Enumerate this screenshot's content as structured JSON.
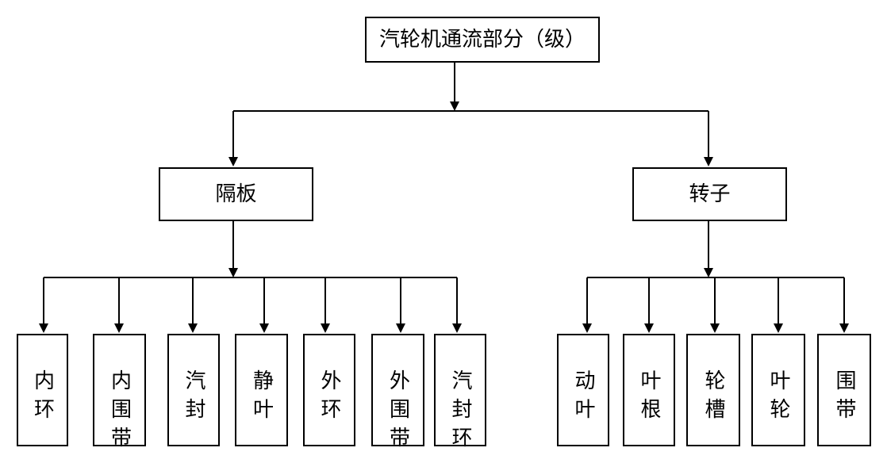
{
  "diagram": {
    "type": "tree",
    "root": {
      "label": "汽轮机通流部分（级）",
      "children": [
        {
          "label": "隔板",
          "children": [
            {
              "label": "内环"
            },
            {
              "label": "内围带"
            },
            {
              "label": "汽封"
            },
            {
              "label": "静叶"
            },
            {
              "label": "外环"
            },
            {
              "label": "外围带"
            },
            {
              "label": "汽封环"
            }
          ]
        },
        {
          "label": "转子",
          "children": [
            {
              "label": "动叶"
            },
            {
              "label": "叶根"
            },
            {
              "label": "轮槽"
            },
            {
              "label": "叶轮"
            },
            {
              "label": "围带"
            }
          ]
        }
      ]
    },
    "colors": {
      "line": "#000000",
      "fill": "#ffffff",
      "text": "#000000"
    }
  }
}
